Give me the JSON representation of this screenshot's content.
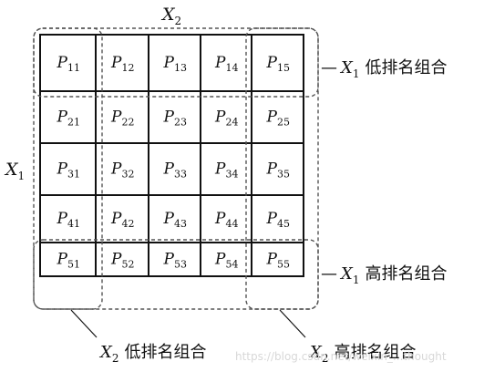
{
  "axes": {
    "x2_top": {
      "var": "X",
      "sub": "2"
    },
    "x1_left": {
      "var": "X",
      "sub": "1"
    }
  },
  "grid": {
    "rows": [
      [
        {
          "var": "P",
          "sub": "11"
        },
        {
          "var": "P",
          "sub": "12"
        },
        {
          "var": "P",
          "sub": "13"
        },
        {
          "var": "P",
          "sub": "14"
        },
        {
          "var": "P",
          "sub": "15"
        }
      ],
      [
        {
          "var": "P",
          "sub": "21"
        },
        {
          "var": "P",
          "sub": "22"
        },
        {
          "var": "P",
          "sub": "23"
        },
        {
          "var": "P",
          "sub": "24"
        },
        {
          "var": "P",
          "sub": "25"
        }
      ],
      [
        {
          "var": "P",
          "sub": "31"
        },
        {
          "var": "P",
          "sub": "32"
        },
        {
          "var": "P",
          "sub": "33"
        },
        {
          "var": "P",
          "sub": "34"
        },
        {
          "var": "P",
          "sub": "35"
        }
      ],
      [
        {
          "var": "P",
          "sub": "41"
        },
        {
          "var": "P",
          "sub": "42"
        },
        {
          "var": "P",
          "sub": "43"
        },
        {
          "var": "P",
          "sub": "44"
        },
        {
          "var": "P",
          "sub": "45"
        }
      ],
      [
        {
          "var": "P",
          "sub": "51"
        },
        {
          "var": "P",
          "sub": "52"
        },
        {
          "var": "P",
          "sub": "53"
        },
        {
          "var": "P",
          "sub": "54"
        },
        {
          "var": "P",
          "sub": "55"
        }
      ]
    ]
  },
  "callouts": {
    "x1_low": {
      "dash": "—",
      "var": "X",
      "sub": "1",
      "text": "低排名组合"
    },
    "x1_high": {
      "dash": "—",
      "var": "X",
      "sub": "1",
      "text": "高排名组合"
    },
    "x2_low": {
      "var": "X",
      "sub": "2",
      "text": "低排名组合"
    },
    "x2_high": {
      "var": "X",
      "sub": "2",
      "text": "高排名组合"
    }
  },
  "watermark": "https://blog.csdn.net/weixin_...thought",
  "colors": {
    "grid_line": "#111111",
    "dashed_outline": "#555555",
    "text": "#111111",
    "watermark": "#d8d8d8"
  }
}
